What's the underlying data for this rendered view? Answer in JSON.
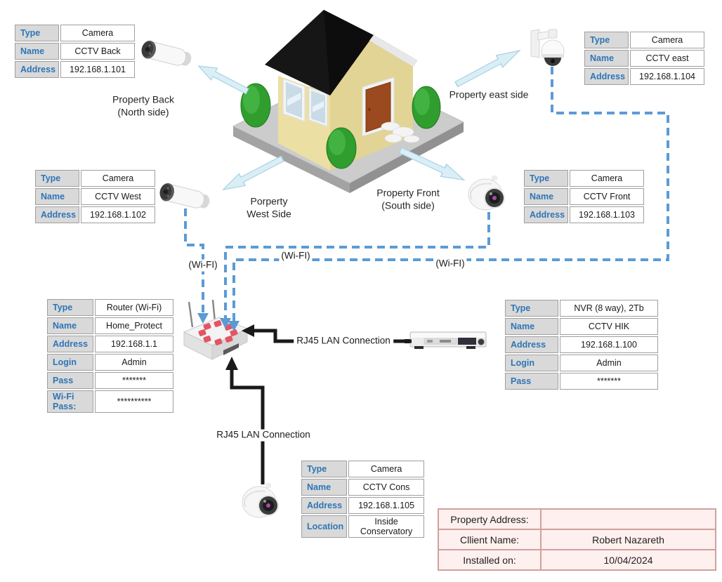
{
  "labels": {
    "property_back": {
      "line1": "Property Back",
      "line2": "(North side)"
    },
    "property_east": {
      "line1": "Property east side"
    },
    "property_west": {
      "line1": "Porperty",
      "line2": "West Side"
    },
    "property_front": {
      "line1": "Property Front",
      "line2": "(South side)"
    }
  },
  "connections": {
    "wifi_label": "(Wi-FI)",
    "lan_label": "RJ45 LAN Connection"
  },
  "device_tables": {
    "cctv_back": {
      "rows": [
        {
          "label": "Type",
          "value": "Camera"
        },
        {
          "label": "Name",
          "value": "CCTV Back"
        },
        {
          "label": "Address",
          "value": "192.168.1.101"
        }
      ]
    },
    "cctv_east": {
      "rows": [
        {
          "label": "Type",
          "value": "Camera"
        },
        {
          "label": "Name",
          "value": "CCTV east"
        },
        {
          "label": "Address",
          "value": "192.168.1.104"
        }
      ]
    },
    "cctv_west": {
      "rows": [
        {
          "label": "Type",
          "value": "Camera"
        },
        {
          "label": "Name",
          "value": "CCTV West"
        },
        {
          "label": "Address",
          "value": "192.168.1.102"
        }
      ]
    },
    "cctv_front": {
      "rows": [
        {
          "label": "Type",
          "value": "Camera"
        },
        {
          "label": "Name",
          "value": "CCTV Front"
        },
        {
          "label": "Address",
          "value": "192.168.1.103"
        }
      ]
    },
    "router": {
      "rows": [
        {
          "label": "Type",
          "value": "Router (Wi-Fi)"
        },
        {
          "label": "Name",
          "value": "Home_Protect"
        },
        {
          "label": "Address",
          "value": "192.168.1.1"
        },
        {
          "label": "Login",
          "value": "Admin"
        },
        {
          "label": "Pass",
          "value": "*******"
        },
        {
          "label": "Wi-Fi Pass:",
          "value": "**********"
        }
      ]
    },
    "nvr": {
      "rows": [
        {
          "label": "Type",
          "value": "NVR (8 way), 2Tb"
        },
        {
          "label": "Name",
          "value": "CCTV HIK"
        },
        {
          "label": "Address",
          "value": "192.168.1.100"
        },
        {
          "label": "Login",
          "value": "Admin"
        },
        {
          "label": "Pass",
          "value": "*******"
        }
      ]
    },
    "cctv_cons": {
      "rows": [
        {
          "label": "Type",
          "value": "Camera"
        },
        {
          "label": "Name",
          "value": "CCTV Cons"
        },
        {
          "label": "Address",
          "value": "192.168.1.105"
        },
        {
          "label": "Location",
          "value": "Inside Conservatory"
        }
      ]
    }
  },
  "client_info": {
    "rows": [
      {
        "label": "Property Address:",
        "value": ""
      },
      {
        "label": "Cllient Name:",
        "value": "Robert Nazareth"
      },
      {
        "label": "Installed on:",
        "value": "10/04/2024"
      }
    ]
  },
  "icons": {
    "house": "isometric-house-illustration",
    "bullet_camera": "cctv-bullet-camera",
    "dome_camera": "cctv-dome-camera",
    "ptz_camera": "cctv-ptz-camera",
    "router": "wifi-router",
    "nvr": "nvr-recorder",
    "direction_arrow": "light-blue-block-arrow"
  },
  "colors": {
    "wifi_line": "#5b9bd5",
    "lan_line": "#1a1a1a",
    "table_header_bg": "#d9d9d9",
    "table_header_text": "#2e75b6",
    "client_table_bg": "#fdf0ee",
    "client_table_border": "#cfa19d",
    "arrow_fill": "#daeef6"
  }
}
